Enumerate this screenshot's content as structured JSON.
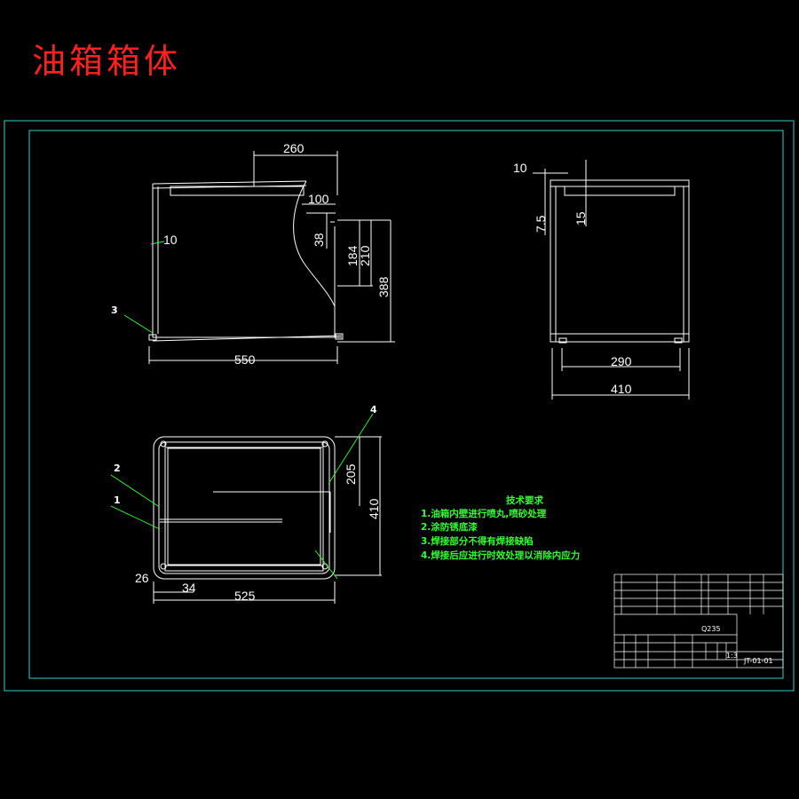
{
  "title": "油箱箱体",
  "dimensions": {
    "front": {
      "d260": "260",
      "d100": "100",
      "d10": "10",
      "d38": "38",
      "d184": "184",
      "d210": "210",
      "d388": "388",
      "d550": "550"
    },
    "side": {
      "d10": "10",
      "d7_5": "7.5",
      "d15": "15",
      "d290": "290",
      "d410": "410"
    },
    "top": {
      "d205": "205",
      "d410": "410",
      "d26": "26",
      "d34": "34",
      "d525": "525"
    }
  },
  "part_labels": [
    "1",
    "2",
    "3",
    "4"
  ],
  "notes": {
    "heading": "技术要求",
    "items": [
      "1.油箱内壁进行喷丸,喷砂处理",
      "2.涂防锈底漆",
      "3.焊接部分不得有焊接缺陷",
      "4.焊接后应进行时效处理以消除内应力"
    ]
  },
  "title_block": {
    "material": "Q235",
    "drawing_no": "JT-01-01",
    "scale": "1:3"
  },
  "colors": {
    "frame": "#2fd0d0",
    "title": "#ff2020",
    "annotation": "#33ff33",
    "outline": "#ffffff",
    "background": "#000000"
  }
}
